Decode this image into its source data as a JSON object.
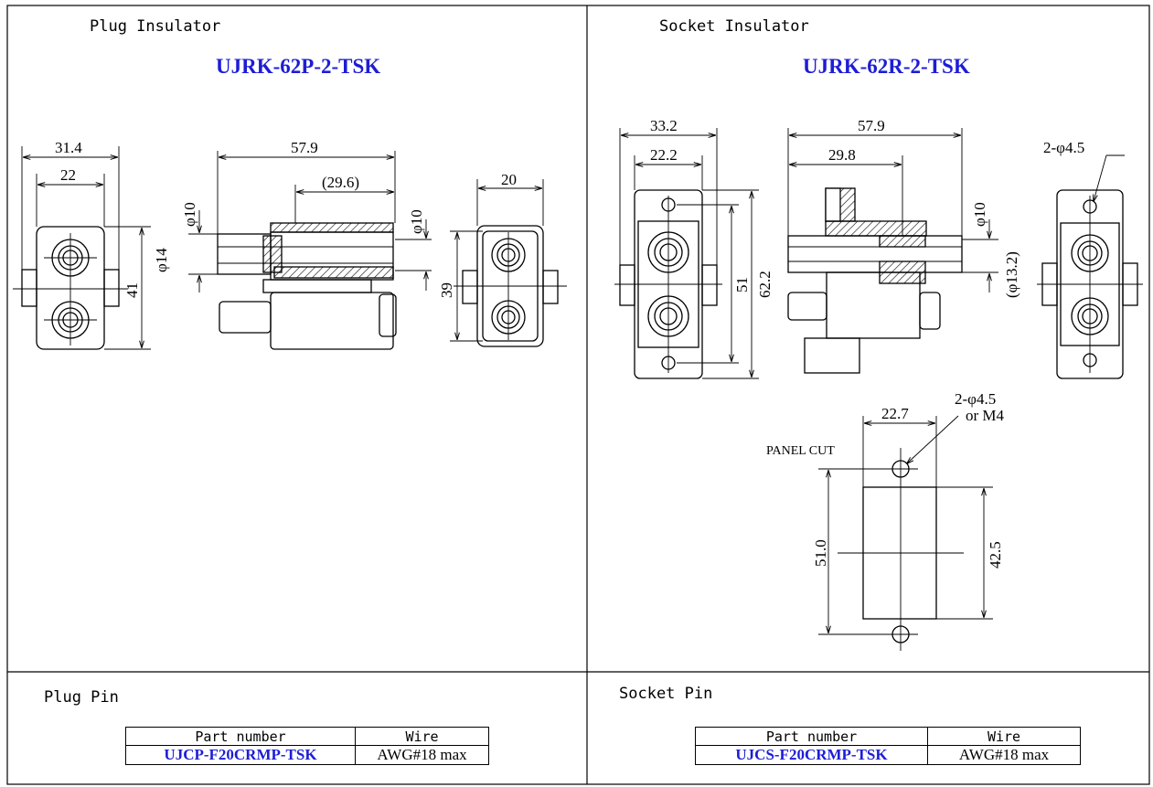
{
  "plug": {
    "title": "Plug Insulator",
    "part_number": "UJRK-62P-2-TSK",
    "dims": {
      "w_outer": "31.4",
      "w_inner": "22",
      "length": "57.9",
      "length_partial": "(29.6)",
      "dia_front": "φ10",
      "dia_rear": "φ10",
      "dia_body": "φ14",
      "height": "41",
      "side_width": "20",
      "side_height": "39"
    }
  },
  "socket": {
    "title": "Socket Insulator",
    "part_number": "UJRK-62R-2-TSK",
    "dims": {
      "w_outer": "33.2",
      "w_inner": "22.2",
      "length": "57.9",
      "length_partial": "29.8",
      "dia_front": "φ10",
      "dia_rear": "(φ13.2)",
      "height_inner": "51",
      "height_outer": "62.2",
      "holes": "2-φ4.5"
    }
  },
  "panel_cut": {
    "label": "PANEL CUT",
    "width": "22.7",
    "holes_line1": "2-φ4.5",
    "holes_line2": "or M4",
    "height_outer": "51.0",
    "height_inner": "42.5"
  },
  "plug_pin": {
    "title": "Plug Pin",
    "header_part": "Part number",
    "header_wire": "Wire",
    "part": "UJCP-F20CRMP-TSK",
    "wire": "AWG#18 max"
  },
  "socket_pin": {
    "title": "Socket Pin",
    "header_part": "Part number",
    "header_wire": "Wire",
    "part": "UJCS-F20CRMP-TSK",
    "wire": "AWG#18 max"
  },
  "colors": {
    "part_number": "#1d1dd6",
    "line": "#000000"
  }
}
